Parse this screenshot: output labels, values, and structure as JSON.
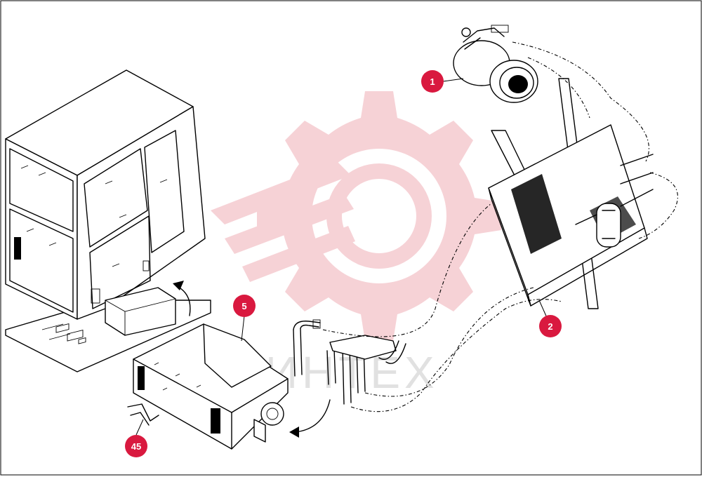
{
  "callouts": [
    {
      "id": "1",
      "label": "1"
    },
    {
      "id": "2",
      "label": "2"
    },
    {
      "id": "5",
      "label": "5"
    },
    {
      "id": "45",
      "label": "45"
    }
  ],
  "watermark": {
    "text": "ИНТЕХ"
  },
  "colors": {
    "callout": "#d9193f",
    "watermark": "#f2b8bf",
    "line": "#000000"
  }
}
